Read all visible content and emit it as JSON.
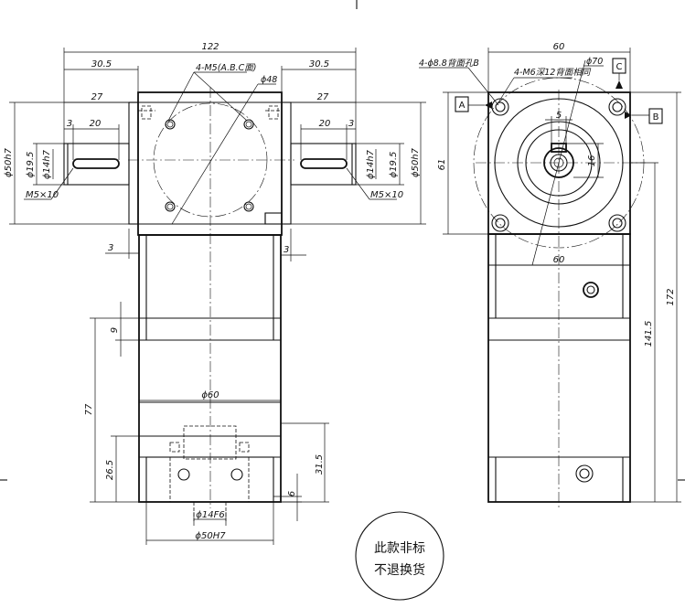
{
  "front_view": {
    "dims": {
      "overall_width": "122",
      "left_offset": "30.5",
      "right_offset": "30.5",
      "left_shaft_len": "27",
      "right_shaft_len": "27",
      "left_key_off": "3",
      "left_key_len": "20",
      "right_key_off": "3",
      "right_key_len": "20",
      "left_pilot": "ϕ50h7",
      "right_pilot": "ϕ50h7",
      "left_shaft_dia": "ϕ14h7",
      "left_flange": "ϕ19.5",
      "right_shaft_dia": "ϕ14h7",
      "right_flange": "ϕ19.5",
      "left_thread": "M5×10",
      "right_thread": "M5×10",
      "holes_note": "4-M5(A.B.C面)",
      "bolt_circle": "ϕ48",
      "left_gap": "3",
      "right_gap": "3",
      "dim_9": "9",
      "dim_77": "77",
      "dim_26_5": "26.5",
      "dim_31_5": "31.5",
      "dim_6": "6",
      "body_dia": "ϕ60",
      "bore": "ϕ14F6",
      "bottom_pilot": "ϕ50H7"
    }
  },
  "side_view": {
    "dims": {
      "width": "60",
      "thru_holes": "4-ϕ8.8背面孔B",
      "tapped_holes": "4-M6深12背面相同",
      "pcd": "ϕ70",
      "key_width": "5",
      "key_height": "16",
      "height_61": "61",
      "base_width": "60",
      "total_172": "172",
      "total_141_5": "141.5"
    },
    "datum_labels": [
      "A",
      "B",
      "C"
    ]
  },
  "stamp": {
    "line1": "此款非标",
    "line2": "不退换货"
  }
}
